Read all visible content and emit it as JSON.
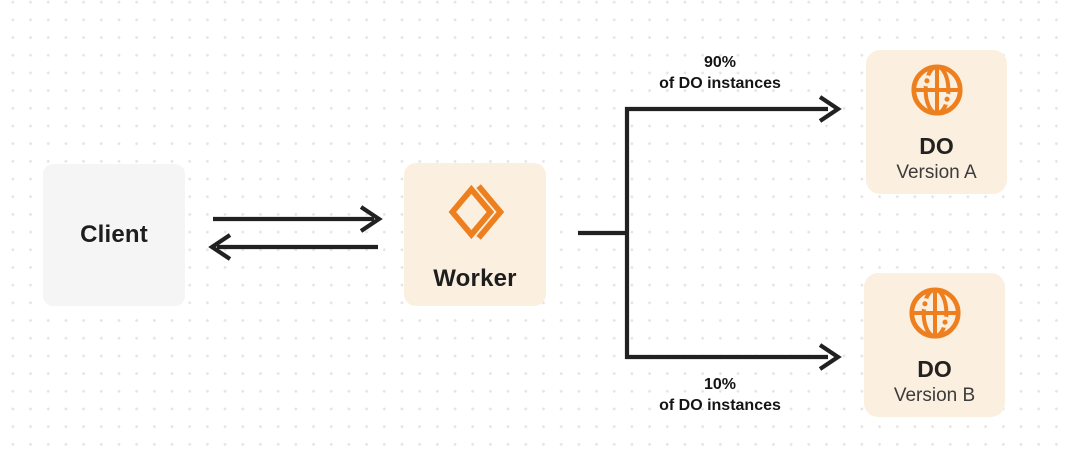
{
  "nodes": {
    "client": {
      "label": "Client"
    },
    "worker": {
      "label": "Worker",
      "icon": "workers-icon"
    },
    "do_version_a": {
      "title": "DO",
      "subtitle": "Version A",
      "icon": "globe-icon"
    },
    "do_version_b": {
      "title": "DO",
      "subtitle": "Version B",
      "icon": "globe-icon"
    }
  },
  "labels": {
    "top_branch": {
      "percent": "90%",
      "caption": "of DO instances"
    },
    "bottom_branch": {
      "percent": "10%",
      "caption": "of DO instances"
    }
  },
  "colors": {
    "orange": "#EE7F1E",
    "peach_bg": "#FBEFE0",
    "client_bg": "#F5F5F6",
    "arrow": "#212121",
    "dot_grid": "#E5E5E5"
  }
}
